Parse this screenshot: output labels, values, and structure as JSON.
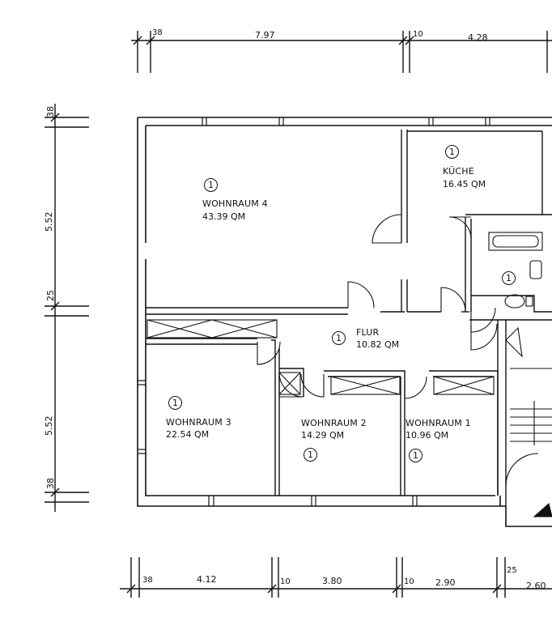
{
  "top_dims": {
    "d1": "38",
    "d2": "7.97",
    "d3": "10",
    "d4": "4.28"
  },
  "left_dims": {
    "d1": "38",
    "d2": "5.52",
    "d3": "25",
    "d4": "5.52",
    "d5": "38"
  },
  "bottom_dims": {
    "d1": "38",
    "d2": "4.12",
    "d3": "10",
    "d4": "3.80",
    "d5": "10",
    "d6": "2.90",
    "d7": "25",
    "d8": "2.60"
  },
  "rooms": {
    "wohnraum4": {
      "num": "1",
      "name": "WOHNRAUM 4",
      "area": "43.39 QM"
    },
    "kueche": {
      "num": "1",
      "name": "KÜCHE",
      "area": "16.45 QM"
    },
    "bad": {
      "num": "1"
    },
    "flur": {
      "num": "1",
      "name": "FLUR",
      "area": "10.82 QM"
    },
    "wohnraum3": {
      "num": "1",
      "name": "WOHNRAUM 3",
      "area": "22.54 QM"
    },
    "wohnraum2": {
      "num": "1",
      "name": "WOHNRAUM 2",
      "area": "14.29 QM"
    },
    "wohnraum1": {
      "num": "1",
      "name": "WOHNRAUM 1",
      "area": "10.96 QM"
    }
  }
}
